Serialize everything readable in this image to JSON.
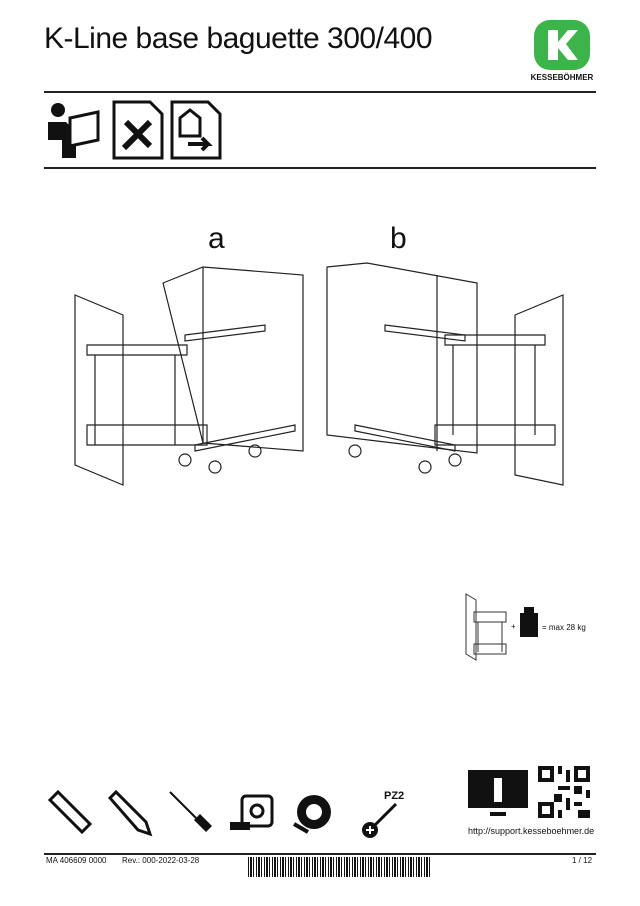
{
  "header": {
    "title": "K-Line base baguette 300/400",
    "logo_text": "KESSEBÖHMER",
    "brand_color": "#3bb54a"
  },
  "info_icons": [
    "read-instructions-icon",
    "tools-document-icon",
    "assembly-document-icon"
  ],
  "variants": [
    {
      "label": "a"
    },
    {
      "label": "b"
    }
  ],
  "load": {
    "text": "= max 28 kg",
    "plus": "+"
  },
  "tools": [
    "spirit-level-icon",
    "pencil-icon",
    "awl-icon",
    "tape-measure-icon",
    "adhesive-tape-icon",
    "screwdriver-icon"
  ],
  "screwdriver_label": "PZ2",
  "support": {
    "url": "http://support.kesseboehmer.de"
  },
  "footer": {
    "doc_number": "MA 406609 0000",
    "revision": "Rev.: 000-2022-03-28",
    "page": "1 / 12"
  }
}
